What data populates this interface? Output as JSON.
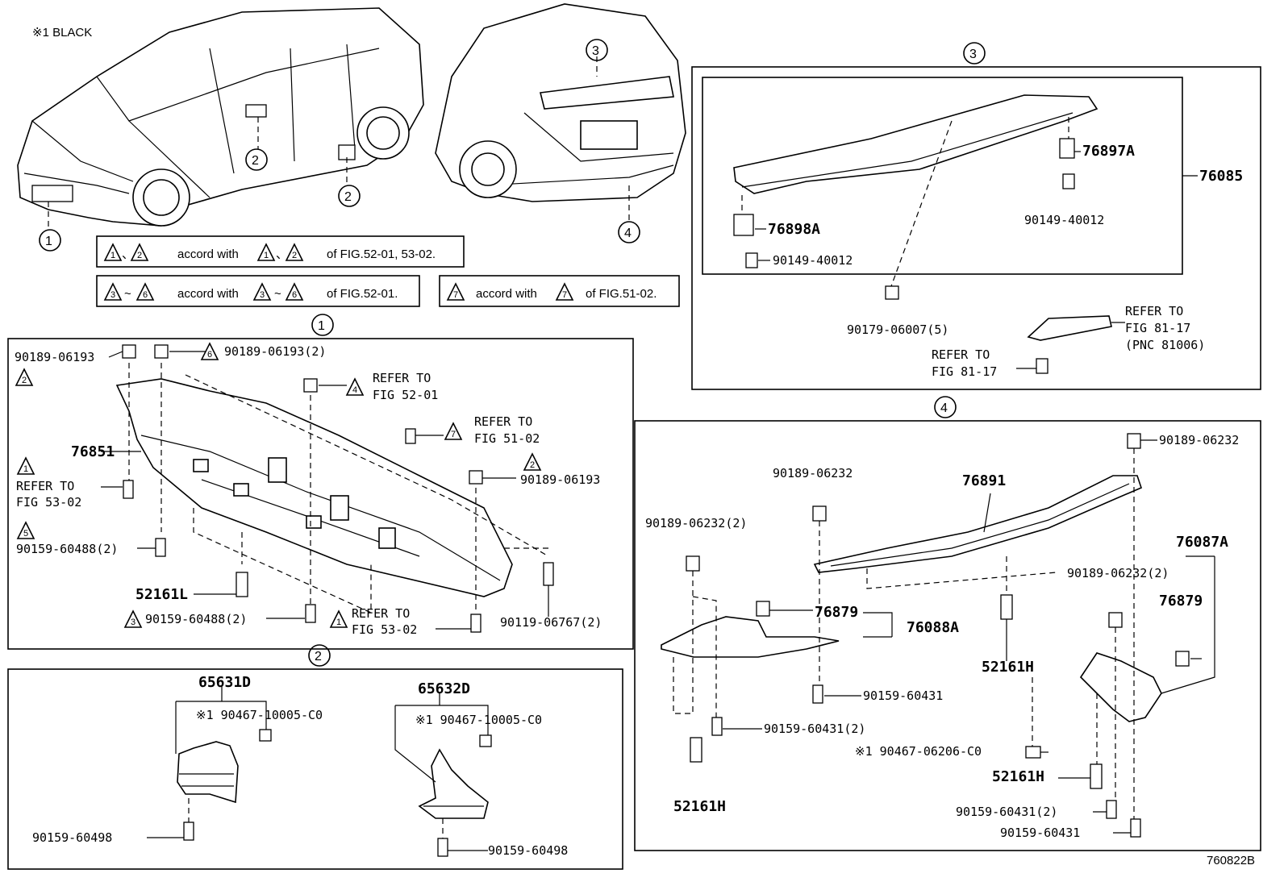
{
  "legend": {
    "black_note": "※1 BLACK",
    "note_1": {
      "pre": "、",
      "mid": "accord with",
      "sep": "、",
      "post": "of FIG.52-01, 53-02."
    },
    "note_2": {
      "pre": "~",
      "mid": "accord with",
      "sep": "~",
      "post": "of FIG.52-01."
    },
    "note_3": {
      "mid": "accord with",
      "post": "of FIG.51-02."
    }
  },
  "circles": [
    "1",
    "2",
    "3",
    "4"
  ],
  "triangles": [
    "1",
    "2",
    "3",
    "4",
    "5",
    "6",
    "7"
  ],
  "section_1": {
    "labels": {
      "p1": "90189-06193",
      "p2": "90189-06193(2)",
      "p3": "REFER TO",
      "p4": "FIG 52-01",
      "p5": "REFER TO",
      "p6": "FIG 51-02",
      "p7": "76851",
      "p8": "90189-06193",
      "p9": "REFER TO",
      "p10": "FIG 53-02",
      "p11": "90159-60488(2)",
      "p12": "52161L",
      "p13": "90159-60488(2)",
      "p14": "REFER TO",
      "p15": "FIG 53-02",
      "p16": "90119-06767(2)"
    }
  },
  "section_2": {
    "labels": {
      "a1": "65631D",
      "a2": "※1 90467-10005-C0",
      "a3": "90159-60498",
      "b1": "65632D",
      "b2": "※1 90467-10005-C0",
      "b3": "90159-60498"
    }
  },
  "section_3": {
    "labels": {
      "s1": "76897A",
      "s2": "76085",
      "s3": "90149-40012",
      "s4": "76898A",
      "s5": "90149-40012",
      "s6": "90179-06007(5)",
      "s7": "REFER TO",
      "s8": "FIG 81-17",
      "s9": "(PNC 81006)",
      "s10": "REFER TO",
      "s11": "FIG 81-17"
    }
  },
  "section_4": {
    "labels": {
      "t1": "90189-06232",
      "t2": "90189-06232",
      "t3": "76891",
      "t4": "90189-06232(2)",
      "t5": "76087A",
      "t6": "90189-06232(2)",
      "t7": "76879",
      "t8": "76879",
      "t9": "76088A",
      "t10": "52161H",
      "t11": "90159-60431",
      "t12": "90159-60431(2)",
      "t13": "※1 90467-06206-C0",
      "t14": "52161H",
      "t15": "52161H",
      "t16": "90159-60431(2)",
      "t17": "90159-60431"
    }
  },
  "figure_id": "760822B"
}
